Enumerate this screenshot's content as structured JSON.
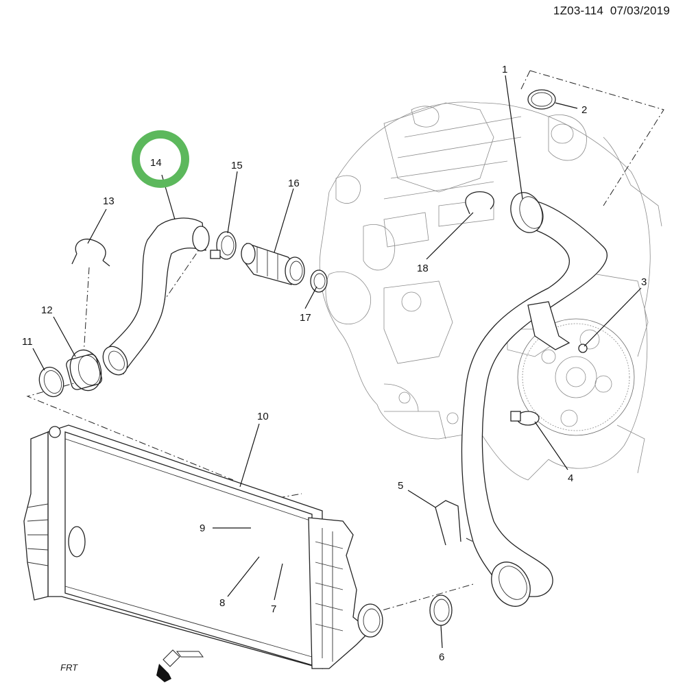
{
  "header": {
    "diagram_id": "1Z03-114",
    "date": "07/03/2019"
  },
  "highlight": {
    "callout": "14",
    "color": "#5cb85c"
  },
  "callouts": [
    {
      "number": "1",
      "part": "hose"
    },
    {
      "number": "2",
      "part": "seal ring"
    },
    {
      "number": "3",
      "part": "bolt"
    },
    {
      "number": "4",
      "part": "clamp"
    },
    {
      "number": "5",
      "part": "retainer clip"
    },
    {
      "number": "6",
      "part": "seal ring"
    },
    {
      "number": "7",
      "part": "sensor seal"
    },
    {
      "number": "8",
      "part": "sensor"
    },
    {
      "number": "9",
      "part": "bolt"
    },
    {
      "number": "10",
      "part": "charge air cooler"
    },
    {
      "number": "11",
      "part": "seal ring"
    },
    {
      "number": "12",
      "part": "coupling"
    },
    {
      "number": "13",
      "part": "retainer clip"
    },
    {
      "number": "14",
      "part": "hose"
    },
    {
      "number": "15",
      "part": "clamp"
    },
    {
      "number": "16",
      "part": "resonator"
    },
    {
      "number": "17",
      "part": "seal ring"
    },
    {
      "number": "18",
      "part": "retainer clip"
    }
  ],
  "orientation": {
    "label": "FRT",
    "icon": "front-arrow-icon"
  }
}
